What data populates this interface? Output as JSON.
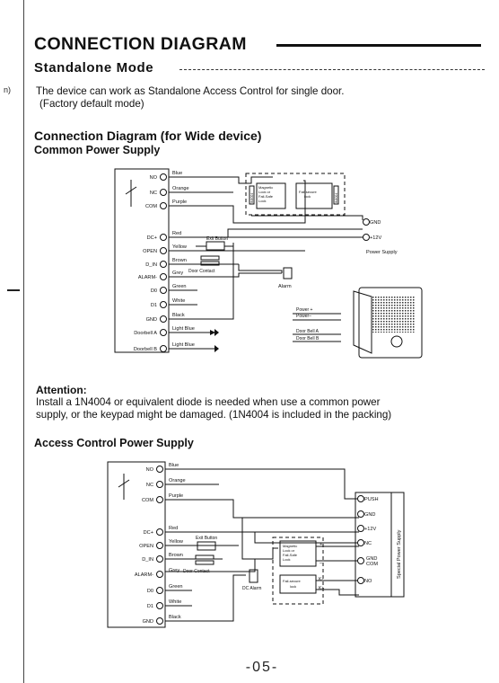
{
  "sidebar": {
    "fragment": "n)"
  },
  "header": {
    "title": "CONNECTION DIAGRAM",
    "subtitle": "Standalone Mode"
  },
  "intro": {
    "line1": "The device can work as Standalone Access Control for single door.",
    "line2": "(Factory default mode)"
  },
  "diagram1": {
    "heading": "Connection Diagram (for Wide device)",
    "subheading": "Common Power Supply",
    "terminals": [
      "NO",
      "NC",
      "COM",
      "DC+",
      "OPEN",
      "D_IN",
      "ALARM-",
      "D0",
      "D1",
      "GND",
      "Doorbell A",
      "Doorbell B"
    ],
    "wires": [
      "Blue",
      "Orange",
      "Purple",
      "Red",
      "Yellow",
      "Brown",
      "Grey",
      "Green",
      "White",
      "Black",
      "Light Blue",
      "Light Blue"
    ],
    "exit_button": "Exit Button",
    "door_contact": "Door Contact",
    "lock_magnetic": [
      "Magnetic",
      "Lock or",
      "Fail-Safe",
      "Lock"
    ],
    "lock_failsecure": [
      "Fail-secure",
      "lock"
    ],
    "diode": "IN4004",
    "psu_gnd": "GND",
    "psu_12v": "+12V",
    "psu_label": "Power Supply",
    "alarm": "Alarm",
    "doorbell_power_plus": "Power +",
    "doorbell_power_minus": "Power–",
    "doorbell_a": "Door Bell  A",
    "doorbell_b": "Door Bell  B"
  },
  "attention": {
    "title": "Attention:",
    "line1": "Install a 1N4004 or equivalent diode is needed when use a common power",
    "line2": "supply, or the keypad might be damaged. (1N4004 is included in the packing)"
  },
  "diagram2": {
    "heading": "Access Control Power Supply",
    "terminals": [
      "NO",
      "NC",
      "COM",
      "DC+",
      "OPEN",
      "D_IN",
      "ALARM-",
      "D0",
      "D1",
      "GND"
    ],
    "wires": [
      "Blue",
      "Orange",
      "Purple",
      "Red",
      "Yellow",
      "Brown",
      "Grey",
      "Green",
      "White",
      "Black"
    ],
    "exit_button": "Exit Button",
    "door_contact": "Door Contact",
    "lock_magnetic": [
      "Magnetic",
      "Lock or",
      "Fail-Safe",
      "Lock"
    ],
    "lock_failsecure": [
      "Fail-secure",
      "lock"
    ],
    "dc_alarm": "DC Alarm",
    "psu_terminals": [
      "PUSH",
      "GND",
      "+12V",
      "NC",
      "GND",
      "COM",
      "NO"
    ],
    "psu_label": "Special Power Supply",
    "plus": "+",
    "minus": "–",
    "k_minus": "K-",
    "k_plus": "K+"
  },
  "footer": {
    "page_number": "-05-"
  }
}
